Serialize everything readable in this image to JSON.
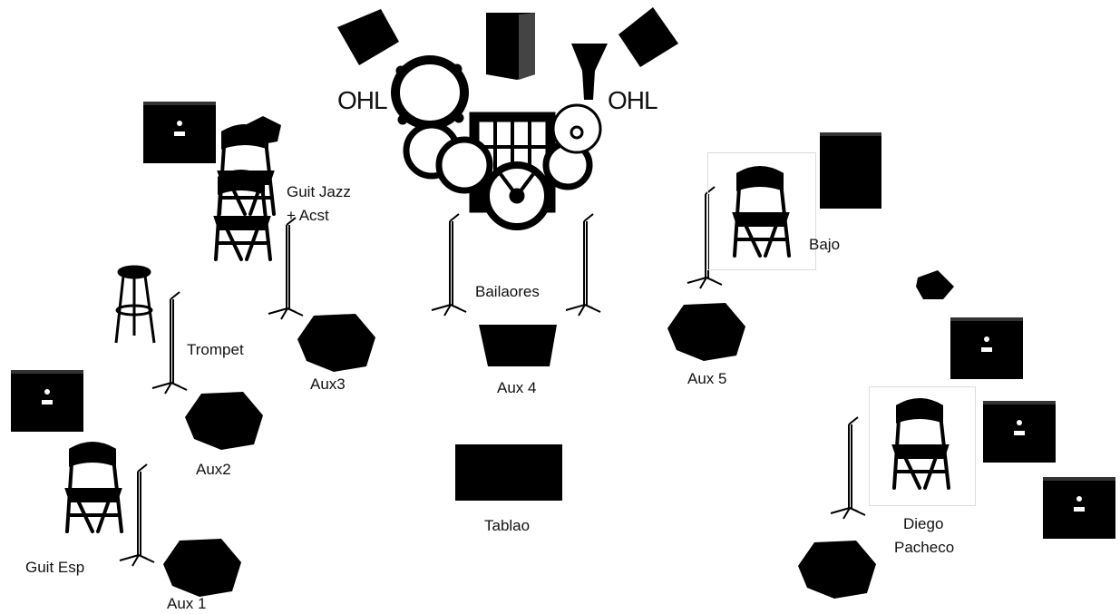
{
  "labels": {
    "ohl_left": "OHL",
    "ohl_right": "OHL",
    "guit_jazz_line1": "Guit Jazz",
    "guit_jazz_line2": "+ Acst",
    "trompet": "Trompet",
    "bailaores": "Bailaores",
    "bajo": "Bajo",
    "aux3": "Aux3",
    "aux4": "Aux 4",
    "aux5": "Aux 5",
    "aux2": "Aux2",
    "aux1": "Aux 1",
    "guit_esp": "Guit Esp",
    "tablao": "Tablao",
    "diego_line1": "Diego",
    "diego_line2": "Pacheco"
  },
  "icons": {
    "amp": "guitar-amp-icon",
    "chair": "folding-chair-icon",
    "mic_stand": "mic-stand-icon",
    "monitor": "floor-monitor-icon",
    "stool": "bar-stool-icon",
    "drum_kit": "drum-kit-icon",
    "cajon": "cajon-icon",
    "djembe": "djembe-icon",
    "pedal": "effects-pedal-icon"
  },
  "colors": {
    "ink": "#000000",
    "frame": "#dcdcdc"
  }
}
